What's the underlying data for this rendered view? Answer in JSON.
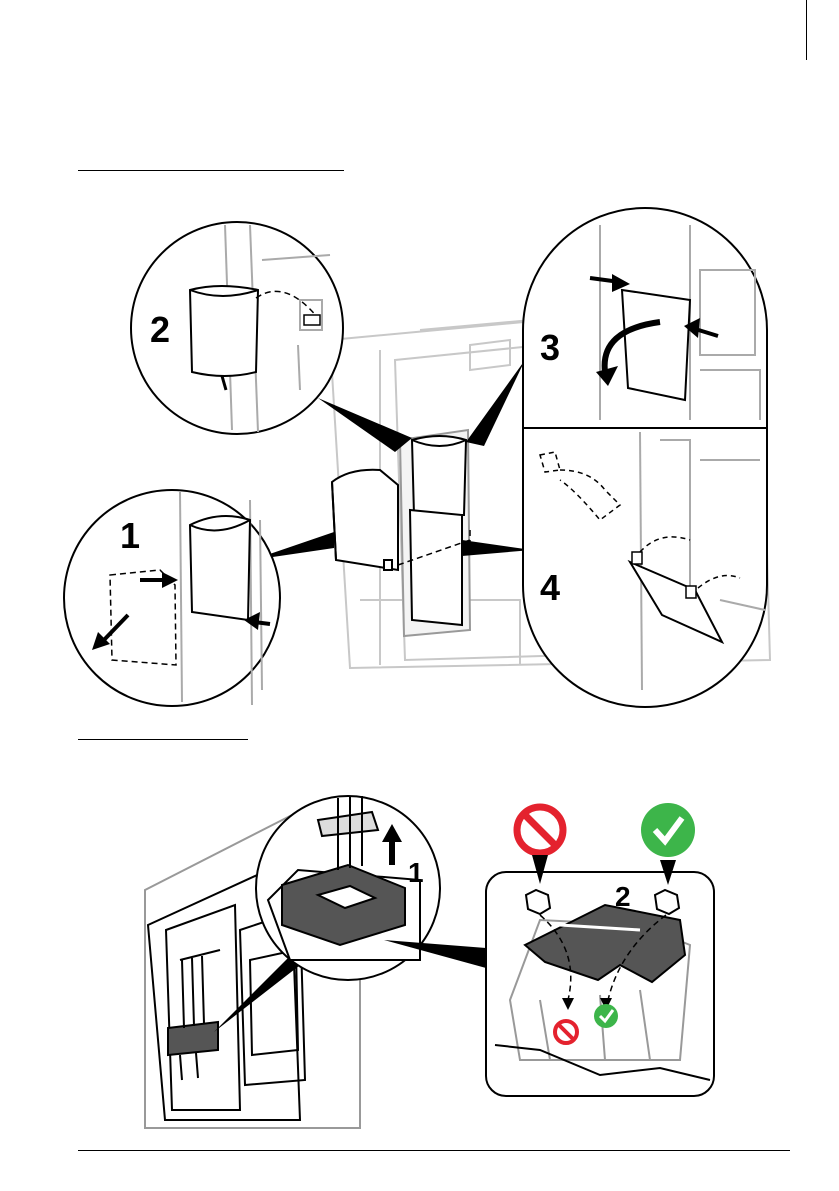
{
  "figure1": {
    "steps": [
      {
        "number": "1",
        "action": "remove-old-cover"
      },
      {
        "number": "2",
        "action": "remove-bottle-holder"
      },
      {
        "number": "3",
        "action": "press-tabs-and-rotate-cover"
      },
      {
        "number": "4",
        "action": "attach-cover-hinges"
      }
    ]
  },
  "figure2": {
    "steps": [
      {
        "number": "1",
        "action": "lift-tubing-connector"
      },
      {
        "number": "2",
        "action": "place-connector-in-correct-slot"
      }
    ],
    "icons": [
      "prohibited-icon",
      "check-icon"
    ],
    "colors": {
      "prohibited": "#e4222e",
      "check": "#3db54a"
    }
  }
}
